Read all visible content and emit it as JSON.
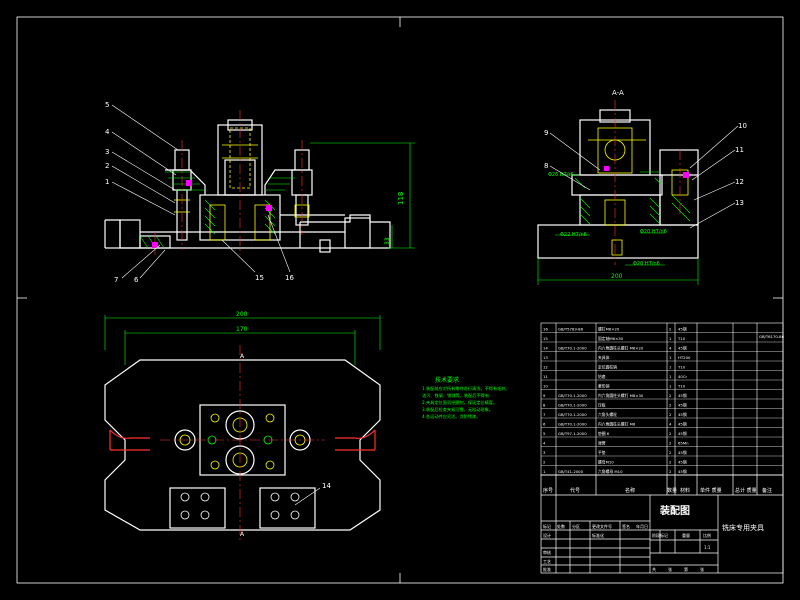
{
  "colors": {
    "background": "#000000",
    "frame": "#ffffff",
    "center_line": "#ff3030",
    "hidden_line": "#ffff00",
    "dimension": "#00ff00",
    "hatch": "#00ff00",
    "part_outline": "#ffffff",
    "highlight": "#ff00ff",
    "cyan": "#00ffff"
  },
  "front_view": {
    "leader_labels": [
      "5",
      "4",
      "3",
      "2",
      "1",
      "7",
      "6",
      "15",
      "16"
    ],
    "dim_height": "118",
    "dim_height_small": "33"
  },
  "side_view": {
    "section_label": "A-A",
    "leader_labels": [
      "9",
      "8",
      "10",
      "11",
      "12",
      "13"
    ],
    "fit_labels": [
      "Φ26 H7/r6",
      "Φ22 H7/n6",
      "Φ20 H7/n6",
      "Φ20 H7/n6"
    ],
    "dim_width": "200"
  },
  "top_view": {
    "dim_outer": "200",
    "dim_inner": "170",
    "section_mark_top": "A",
    "section_mark_bottom": "A",
    "leader_label": "14"
  },
  "tech_notes": {
    "title": "技术要求",
    "lines": [
      "1.装配前应对所有零件进行清洗，不得有毛刺、",
      "油污、铁屑、锈蚀等。装配后不得有",
      "2.夹具定位面须经磨削，保证定位精度。",
      "3.装配后检查夹紧可靠、无松动现象。",
      "4.各运动件应灵活。涂防锈漆。"
    ]
  },
  "parts_list": {
    "rows": [
      [
        "16",
        "GB/T5783-86",
        "螺钉M6×20",
        "2",
        "45钢",
        ""
      ],
      [
        "15",
        "",
        "固定轴M6×30",
        "1",
        "T10",
        ""
      ],
      [
        "14",
        "GB/T70.1-2000",
        "内六角圆柱头螺钉 M6×20",
        "4",
        "45钢",
        ""
      ],
      [
        "13",
        "",
        "夹具体",
        "1",
        "HT200",
        ""
      ],
      [
        "12",
        "",
        "定位圆柱销",
        "1",
        "T10",
        ""
      ],
      [
        "11",
        "",
        "钻套",
        "1",
        "40Cr",
        ""
      ],
      [
        "10",
        "",
        "菱形销",
        "1",
        "T10",
        ""
      ],
      [
        "9",
        "GB/T70.1-2000",
        "内六角圆柱头螺钉 M8×30",
        "2",
        "45钢",
        ""
      ],
      [
        "8",
        "GB/T70.1-2000",
        "压板",
        "2",
        "45钢",
        ""
      ],
      [
        "7",
        "GB/T70.1-2000",
        "六角头螺栓",
        "2",
        "45钢",
        ""
      ],
      [
        "6",
        "GB/T70.1-2000",
        "内六角圆柱头螺钉 M6",
        "4",
        "45钢",
        ""
      ],
      [
        "5",
        "GB/T97.1-2000",
        "垫圈 6",
        "2",
        "45钢",
        ""
      ],
      [
        "4",
        "",
        "弹簧",
        "2",
        "65Mn",
        ""
      ],
      [
        "3",
        "",
        "平垫",
        "2",
        "45钢",
        ""
      ],
      [
        "2",
        "",
        "螺母M10",
        "2",
        "45钢",
        ""
      ],
      [
        "1",
        "GB/T41-2000",
        "六角螺母 M10",
        "2",
        "45钢",
        ""
      ]
    ],
    "right_note": "GB/T6170-86",
    "header": [
      "序号",
      "代号",
      "名称",
      "数量",
      "材料",
      "单件\n质量",
      "总计\n质量",
      "备注"
    ]
  },
  "title_block": {
    "drawing_name": "装配图",
    "part_name": "铣床专用夹具",
    "labels": [
      "标记",
      "处数",
      "分区",
      "更改文件号",
      "签名",
      "年月日"
    ],
    "roles": [
      "设计",
      "审核",
      "工艺",
      "批准"
    ],
    "standard": "标准化",
    "stage_labels": [
      "阶段标记",
      "重量",
      "比例"
    ],
    "scale": "1:1",
    "sheet_labels": [
      "共",
      "张",
      "第",
      "张"
    ]
  }
}
